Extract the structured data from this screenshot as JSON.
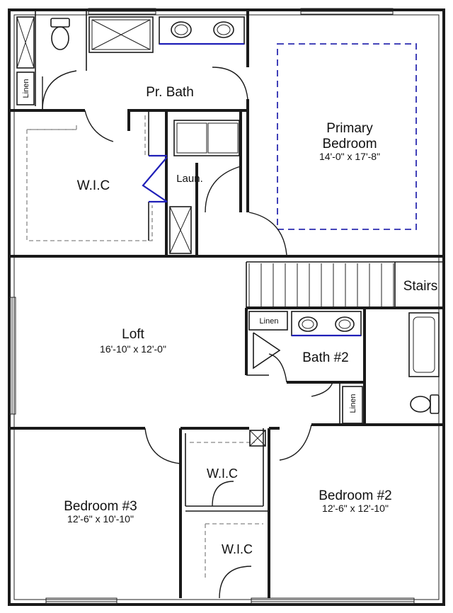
{
  "rooms": {
    "primary_bath": {
      "name": "Pr. Bath"
    },
    "primary_bedroom": {
      "name_line1": "Primary",
      "name_line2": "Bedroom",
      "dims": "14'-0\" x 17'-8\""
    },
    "wic_primary": {
      "name": "W.I.C"
    },
    "laundry": {
      "name": "Laun."
    },
    "stairs": {
      "name": "Stairs"
    },
    "loft": {
      "name": "Loft",
      "dims": "16'-10\" x 12'-0\""
    },
    "bath_2": {
      "name": "Bath #2"
    },
    "bedroom_3": {
      "name": "Bedroom #3",
      "dims": "12'-6\" x 10'-10\""
    },
    "bedroom_2": {
      "name": "Bedroom #2",
      "dims": "12'-6\" x 12'-10\""
    },
    "wic_upper": {
      "name": "W.I.C"
    },
    "wic_lower": {
      "name": "W.I.C"
    }
  },
  "closets": {
    "linen_primary": "Linen",
    "linen_bath2_top": "Linen",
    "linen_bath2_side": "Linen"
  },
  "colors": {
    "wall": "#1a1a1a",
    "accent_blue": "#1f1fb8",
    "tray_ceiling": "#2b2bb0",
    "dashed_shelf": "#888888"
  }
}
